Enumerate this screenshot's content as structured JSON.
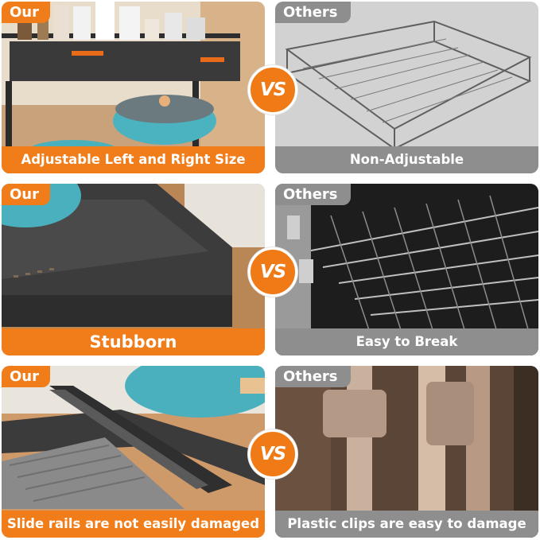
{
  "labels": {
    "ours": "Our",
    "others": "Others",
    "vs": "VS"
  },
  "rows": [
    {
      "ours_caption": "Adjustable Left and Right Size",
      "others_caption": "Non-Adjustable"
    },
    {
      "ours_caption": "Stubborn",
      "others_caption": "Easy to Break"
    },
    {
      "ours_caption": "Slide rails are not easily damaged",
      "others_caption": "Plastic clips are easy to damage"
    }
  ],
  "colors": {
    "accent": "#f07d1a",
    "neutral": "#8e8e8e"
  }
}
